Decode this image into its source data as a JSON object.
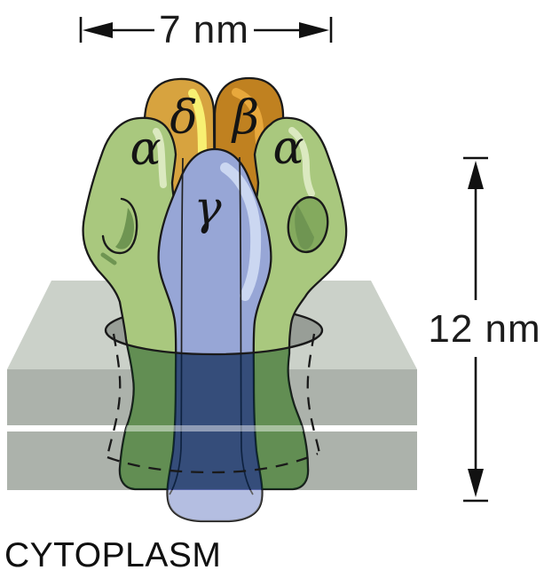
{
  "figure": {
    "top_measurement": "7 nm",
    "side_measurement": "12 nm",
    "region_label": "CYTOPLASM",
    "subunits": {
      "alpha_left": "α",
      "delta": "δ",
      "beta": "β",
      "alpha_right": "α",
      "gamma": "γ"
    }
  },
  "colors": {
    "alpha_green": "#A9C87E",
    "alpha_highlight": "#DBE9C0",
    "binding_site_green": "#84AA5E",
    "binding_site_dark": "#6F9552",
    "delta_gold": "#D7A33F",
    "delta_highlight": "#F8F072",
    "beta_orange": "#C08120",
    "beta_highlight": "#E8A83C",
    "gamma_blue": "#97A6D6",
    "gamma_highlight": "#CBD7F1",
    "membrane_top": "#CBD1C9",
    "membrane_front": "#ACB2AB",
    "pore_gray": "#989E97",
    "outline": "#1a1a1a"
  }
}
